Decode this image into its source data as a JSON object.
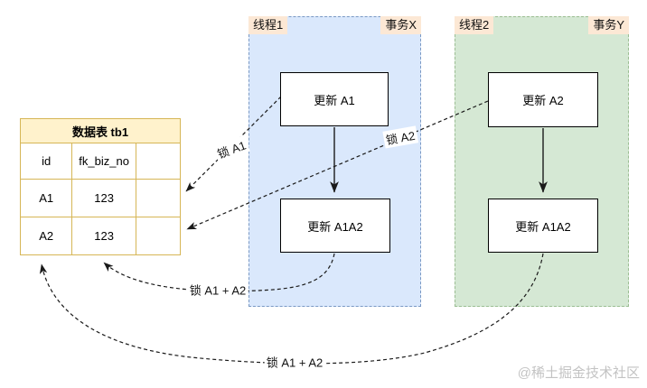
{
  "diagram": {
    "table": {
      "title": "数据表 tb1",
      "header_cells": [
        "id",
        "fk_biz_no",
        ""
      ],
      "rows": [
        [
          "A1",
          "123",
          ""
        ],
        [
          "A2",
          "123",
          ""
        ]
      ]
    },
    "thread1": {
      "thread_label": "线程1",
      "transaction_label": "事务X",
      "box1": "更新 A1",
      "box2": "更新 A1A2"
    },
    "thread2": {
      "thread_label": "线程2",
      "transaction_label": "事务Y",
      "box1": "更新 A2",
      "box2": "更新 A1A2"
    },
    "edge_labels": {
      "lock_a1": "锁 A1",
      "lock_a2": "锁 A2",
      "lock_a1_a2_x": "锁 A1 + A2",
      "lock_a1_a2_y": "锁 A1 + A2"
    },
    "watermark": "@稀土掘金技术社区",
    "colors": {
      "thread1_fill": "#dae8fc",
      "thread1_border": "#7a99c4",
      "thread2_fill": "#d5e8d4",
      "thread2_border": "#9bbd92",
      "badge_fill": "#fce8d5",
      "table_header_fill": "#fff2cc",
      "table_border": "#d6b656",
      "wire_color": "#1a1a1a"
    }
  }
}
